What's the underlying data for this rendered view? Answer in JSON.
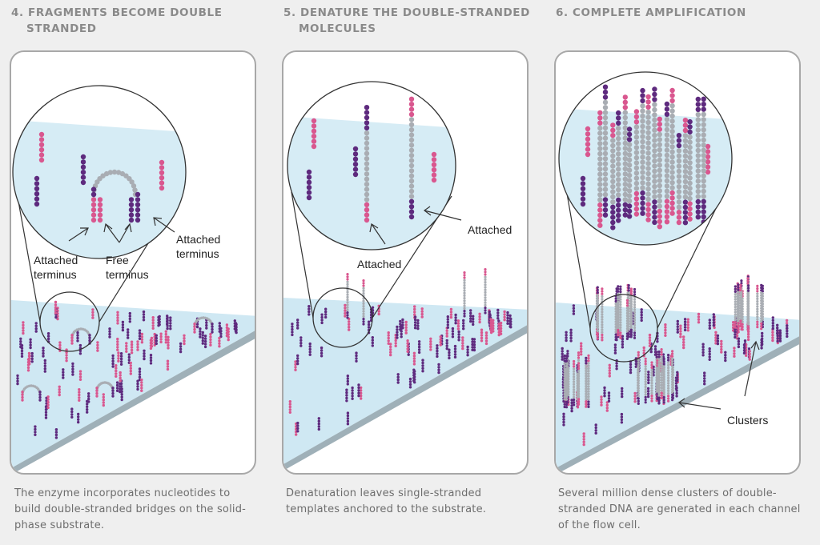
{
  "steps": [
    {
      "title_line1": "4. FRAGMENTS BECOME DOUBLE",
      "title_line2": "STRANDED",
      "labels": {
        "attached_l1": "Attached",
        "attached_l2": "terminus",
        "free_l1": "Free",
        "free_l2": "terminus",
        "attached2_l1": "Attached",
        "attached2_l2": "terminus"
      },
      "caption_l1": "The enzyme incorporates nucleotides to",
      "caption_l2": "build double-stranded bridges on the solid-",
      "caption_l3": "phase substrate."
    },
    {
      "title_line1": "5. DENATURE THE DOUBLE-STRANDED",
      "title_line2": "MOLECULES",
      "labels": {
        "attached_a": "Attached",
        "attached_b": "Attached"
      },
      "caption_l1": "Denaturation leaves single-stranded",
      "caption_l2": "templates anchored to the substrate."
    },
    {
      "title_line1": "6. COMPLETE AMPLIFICATION",
      "labels": {
        "clusters": "Clusters"
      },
      "caption_l1": "Several million dense clusters of double-",
      "caption_l2": "stranded DNA are generated in each channel",
      "caption_l3": "of the flow cell."
    }
  ],
  "colors": {
    "purple": "#5e2a7e",
    "pink": "#d9578f",
    "gray": "#a9adb3",
    "substrate": "#cfe8f3",
    "substrate_edge": "#8fa3ad"
  }
}
